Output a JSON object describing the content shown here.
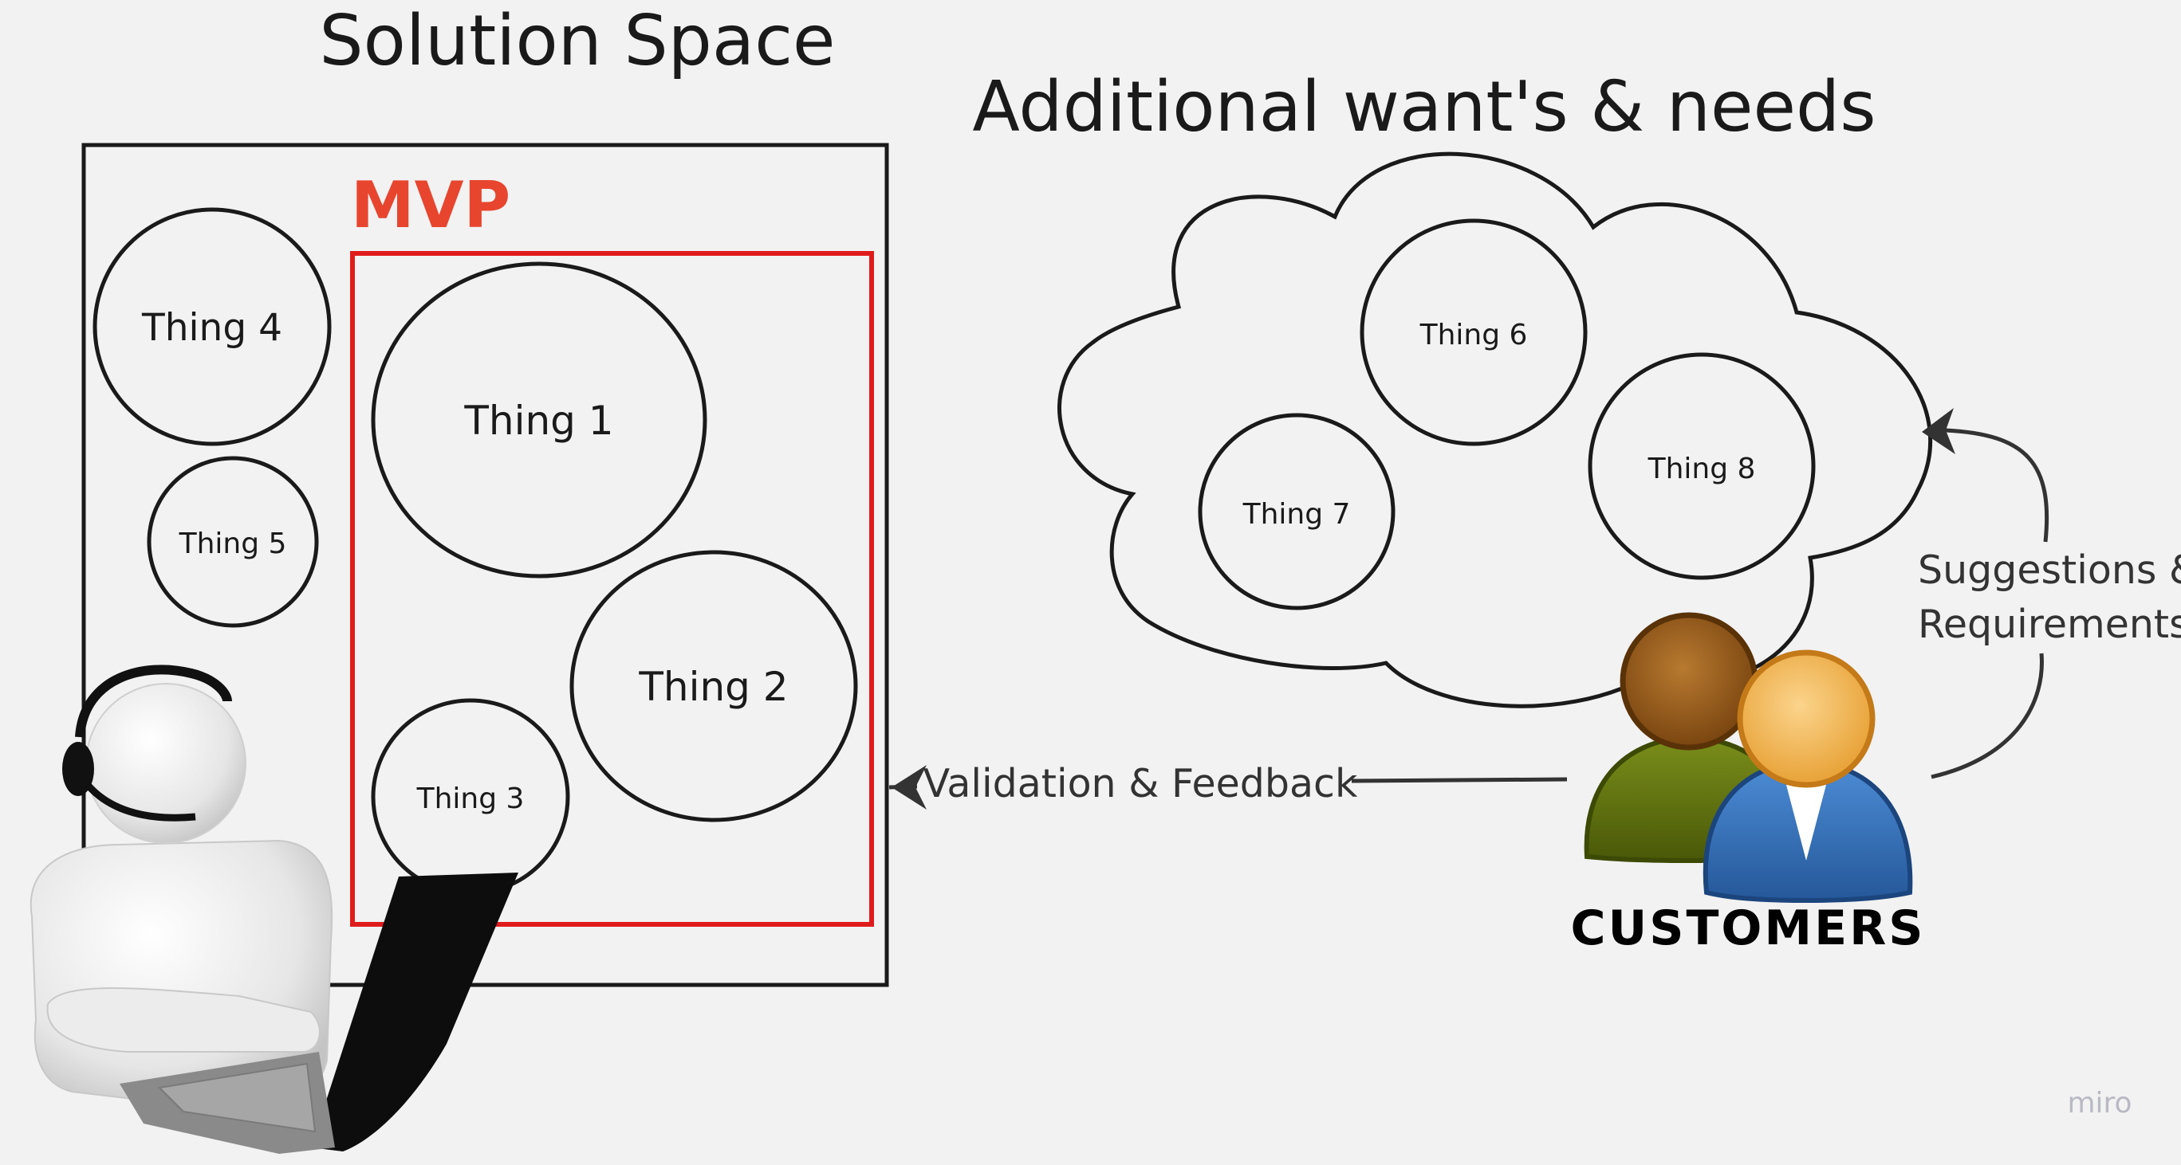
{
  "titles": {
    "solution_space": "Solution Space",
    "additional_needs": "Additional want's & needs"
  },
  "mvp": {
    "label": "MVP",
    "color": "#e8452e",
    "frame_color": "#e01b1b"
  },
  "solution_things": {
    "thing1": "Thing 1",
    "thing2": "Thing 2",
    "thing3": "Thing 3",
    "thing4": "Thing 4",
    "thing5": "Thing 5"
  },
  "cloud_things": {
    "thing6": "Thing 6",
    "thing7": "Thing 7",
    "thing8": "Thing 8"
  },
  "edges": {
    "feedback": "Validation & Feedback",
    "suggestions_line1": "Suggestions &",
    "suggestions_line2": "Requirements"
  },
  "customers": {
    "label": "CUSTOMERS",
    "icon": "customers-group-icon"
  },
  "developer": {
    "icon": "developer-with-headset-and-laptop-icon"
  },
  "watermark": "miro",
  "colors": {
    "background": "#f2f2f2",
    "stroke": "#1a1a1a",
    "customer_green": "#5b6b10",
    "customer_blue": "#2f6bb3",
    "customer_head_brown": "#8a5414",
    "customer_head_orange": "#e8a237"
  }
}
